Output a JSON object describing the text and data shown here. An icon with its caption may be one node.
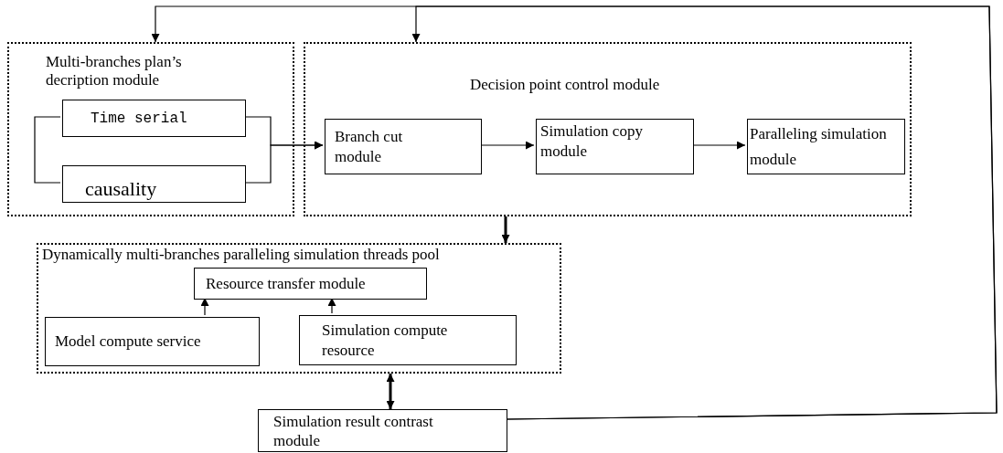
{
  "diagram": {
    "nodes": [
      {
        "text": [
          "Multi-branches plan’s decription module"
        ]
      },
      {
        "text": [
          "Time serial"
        ],
        "in": 0
      },
      {
        "text": [
          "causality"
        ],
        "in": 0
      },
      {
        "text": [
          "Decision point control module"
        ]
      },
      {
        "text": [
          "Branch cut module"
        ],
        "in": 3
      },
      {
        "text": [
          "Simulation copy module"
        ],
        "in": 3
      },
      {
        "text": [
          "Paralleling simulation module"
        ],
        "in": 3
      },
      {
        "text": [
          "Dynamically multi-branches paralleling simulation threads pool"
        ]
      },
      {
        "text": [
          "Resource transfer module"
        ],
        "in": 7
      },
      {
        "text": [
          "Model compute service"
        ],
        "in": 7
      },
      {
        "text": [
          "Simulation compute resource"
        ],
        "in": 7
      },
      {
        "text": [
          "Simulation result contrast module"
        ]
      }
    ],
    "edges": [
      {
        "from": 1,
        "to": 2,
        "arrow": "none"
      },
      {
        "from": 1,
        "to": 4,
        "arrow": "to"
      },
      {
        "from": 2,
        "to": 4,
        "arrow": "to"
      },
      {
        "from": 4,
        "to": 5,
        "arrow": "to"
      },
      {
        "from": 5,
        "to": 6,
        "arrow": "to"
      },
      {
        "from": 11,
        "to": 0,
        "arrow": "to"
      },
      {
        "from": 11,
        "to": 3,
        "arrow": "to"
      },
      {
        "from": 3,
        "to": 7,
        "arrow": "to",
        "style": "thick"
      },
      {
        "from": 7,
        "to": 11,
        "arrow": "both",
        "style": "thick"
      },
      {
        "from": 9,
        "to": 8,
        "arrow": "to"
      },
      {
        "from": 10,
        "to": 8,
        "arrow": "to"
      }
    ]
  }
}
